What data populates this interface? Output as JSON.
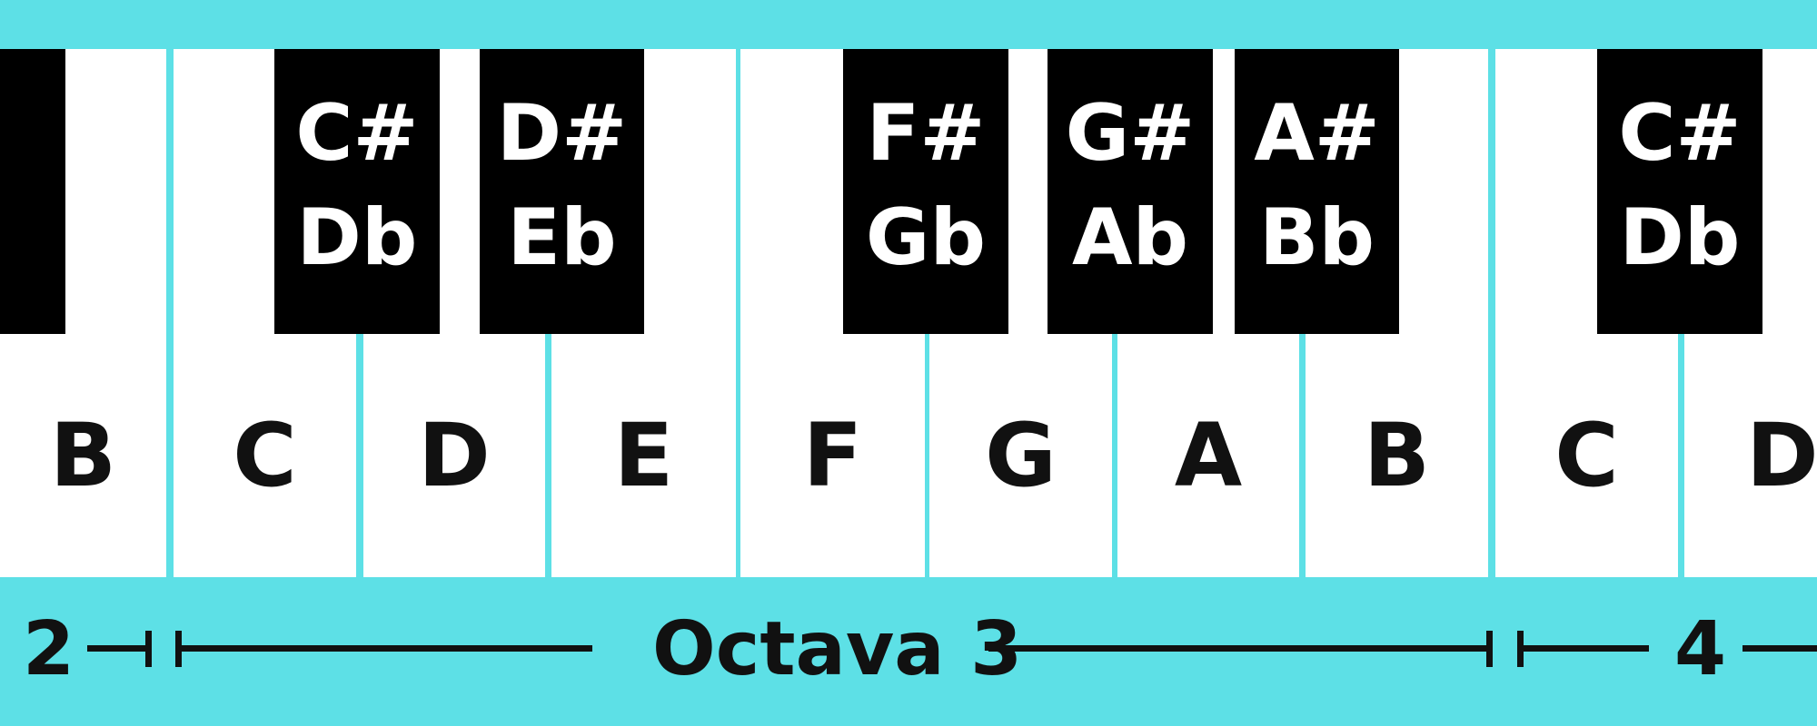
{
  "colors": {
    "background": "#5de0e6",
    "white_key": "#ffffff",
    "black_key": "#000000",
    "white_text": "#111111",
    "black_text": "#ffffff"
  },
  "white_keys": [
    "B",
    "C",
    "D",
    "E",
    "F",
    "G",
    "A",
    "B",
    "C",
    "D"
  ],
  "black_keys": [
    {
      "sharp": "",
      "flat": ""
    },
    {
      "sharp": "C#",
      "flat": "Db"
    },
    {
      "sharp": "D#",
      "flat": "Eb"
    },
    {
      "sharp": "F#",
      "flat": "Gb"
    },
    {
      "sharp": "G#",
      "flat": "Ab"
    },
    {
      "sharp": "A#",
      "flat": "Bb"
    },
    {
      "sharp": "C#",
      "flat": "Db"
    }
  ],
  "octaves": {
    "left": "2",
    "center": "Octava 3",
    "right": "4"
  }
}
